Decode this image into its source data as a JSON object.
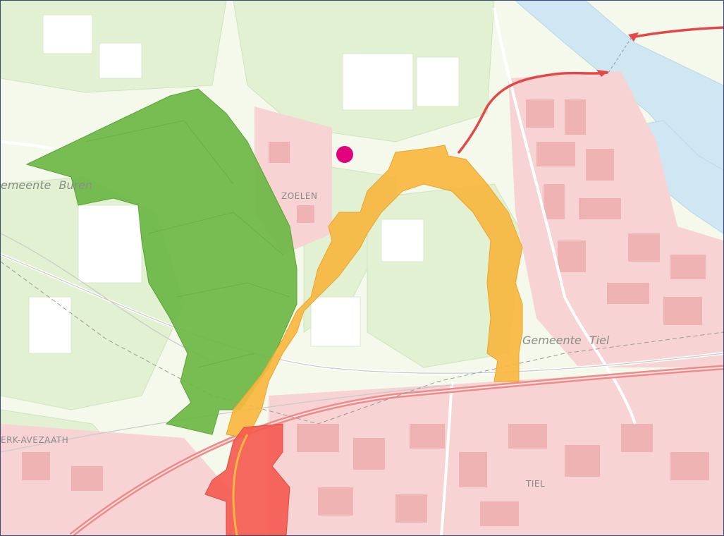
{
  "map": {
    "labels": {
      "municipality_buren": "emeente Buren",
      "municipality_tiel": "Gemeente Tiel",
      "place_zoelen": "ZOELEN",
      "place_kerk_avezaath": "ERK-AVEZAATH",
      "place_tiel": "TIEL"
    },
    "colors": {
      "base_background": "#f4f9ec",
      "meadow_green": "#e2f1d2",
      "built_up_pink": "#f7d3d3",
      "building_red": "#f0b3b3",
      "zone_green": "#6bb744",
      "zone_orange": "#f7b73f",
      "zone_red": "#f45b50",
      "water_blue": "#cfe7f2",
      "rail_red": "#ef8a8a",
      "route_red": "#e34848",
      "marker_magenta": "#e3007d"
    },
    "legend_items": [],
    "marker": {
      "icon": "location-dot-icon"
    }
  }
}
